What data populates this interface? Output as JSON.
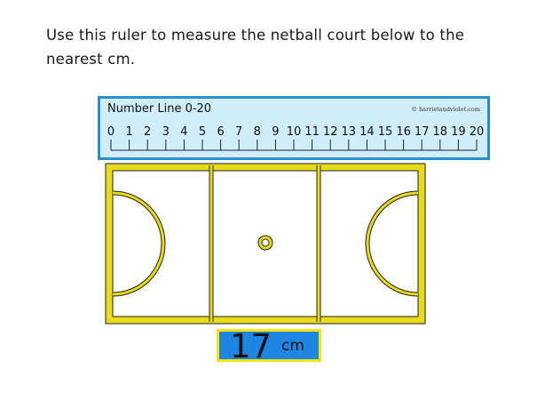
{
  "instruction": "Use this ruler to measure the netball court below to the nearest cm.",
  "ruler": {
    "title": "Number Line 0-20",
    "credit": "© harrietandviolet.com",
    "min": 0,
    "max": 20,
    "labels": [
      "0",
      "1",
      "2",
      "3",
      "4",
      "5",
      "6",
      "7",
      "8",
      "9",
      "10",
      "11",
      "12",
      "13",
      "14",
      "15",
      "16",
      "17",
      "18",
      "19",
      "20"
    ]
  },
  "answer": {
    "value": "17",
    "unit": "cm"
  },
  "colors": {
    "ruler_fill": "#cfeefa",
    "ruler_border": "#2b8fc9",
    "court_lines": "#e8dc1a",
    "answer_fill": "#1c86e2",
    "answer_border": "#ffe400"
  }
}
